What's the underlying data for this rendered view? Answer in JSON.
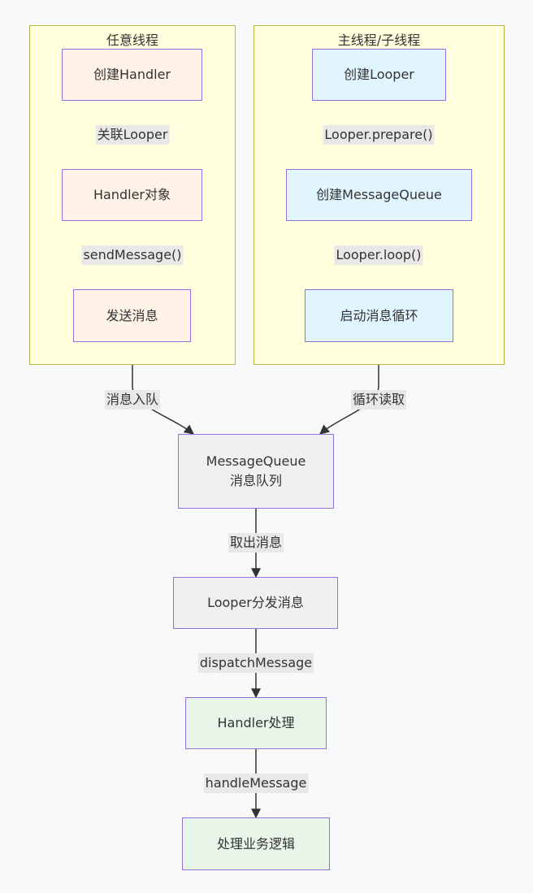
{
  "colors": {
    "cluster_fill": "#ffffde",
    "cluster_border": "#b8b84a",
    "node_border": "#9370db",
    "orange_fill": "#fff2e6",
    "blue_fill": "#e1f5fe",
    "gray_fill": "#f0f0f0",
    "green_fill": "#e8f5e9",
    "edge_color": "#333333",
    "edge_label_bg": "#e8e8e8"
  },
  "clusters": {
    "any_thread": {
      "title": "任意线程"
    },
    "main_thread": {
      "title": "主线程/子线程"
    }
  },
  "nodes": {
    "create_handler": {
      "label": "创建Handler"
    },
    "handler_object": {
      "label": "Handler对象"
    },
    "send_message": {
      "label": "发送消息"
    },
    "create_looper": {
      "label": "创建Looper"
    },
    "create_message_queue": {
      "label": "创建MessageQueue"
    },
    "start_loop": {
      "label": "启动消息循环"
    },
    "message_queue": {
      "line1": "MessageQueue",
      "line2": "消息队列"
    },
    "looper_dispatch": {
      "label": "Looper分发消息"
    },
    "handler_process": {
      "label": "Handler处理"
    },
    "business_logic": {
      "label": "处理业务逻辑"
    }
  },
  "edges": {
    "associate_looper": "关联Looper",
    "send_message_call": "sendMessage()",
    "looper_prepare": "Looper.prepare()",
    "looper_loop": "Looper.loop()",
    "enqueue": "消息入队",
    "loop_read": "循环读取",
    "take_message": "取出消息",
    "dispatch_message": "dispatchMessage",
    "handle_message": "handleMessage"
  }
}
